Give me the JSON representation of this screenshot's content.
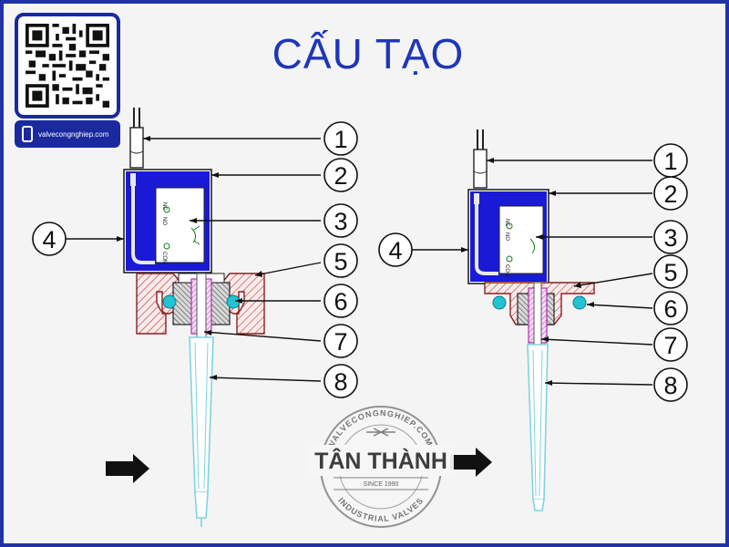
{
  "header": {
    "title": "CẤU TẠO"
  },
  "contact": {
    "website": "valvecongnghiep.com"
  },
  "labels": [
    "1",
    "2",
    "3",
    "4",
    "5",
    "6",
    "7",
    "8"
  ],
  "switch_text": {
    "nc": "NC",
    "no": "NO",
    "com": "COM"
  },
  "logo": {
    "ring_top": "VALVECONGNGHIEP.COM",
    "brand": "TÂN THÀNH",
    "since": "SINCE 1990",
    "ring_bottom": "INDUSTRIAL VALVES"
  },
  "colors": {
    "frame": "#2233a8",
    "title": "#1f36b8",
    "housing": "#1a1ad6",
    "flange": "#a82a2a",
    "oring": "#22c4d4",
    "stem": "#cc44cc",
    "float_rod": "#7fd4e0"
  }
}
